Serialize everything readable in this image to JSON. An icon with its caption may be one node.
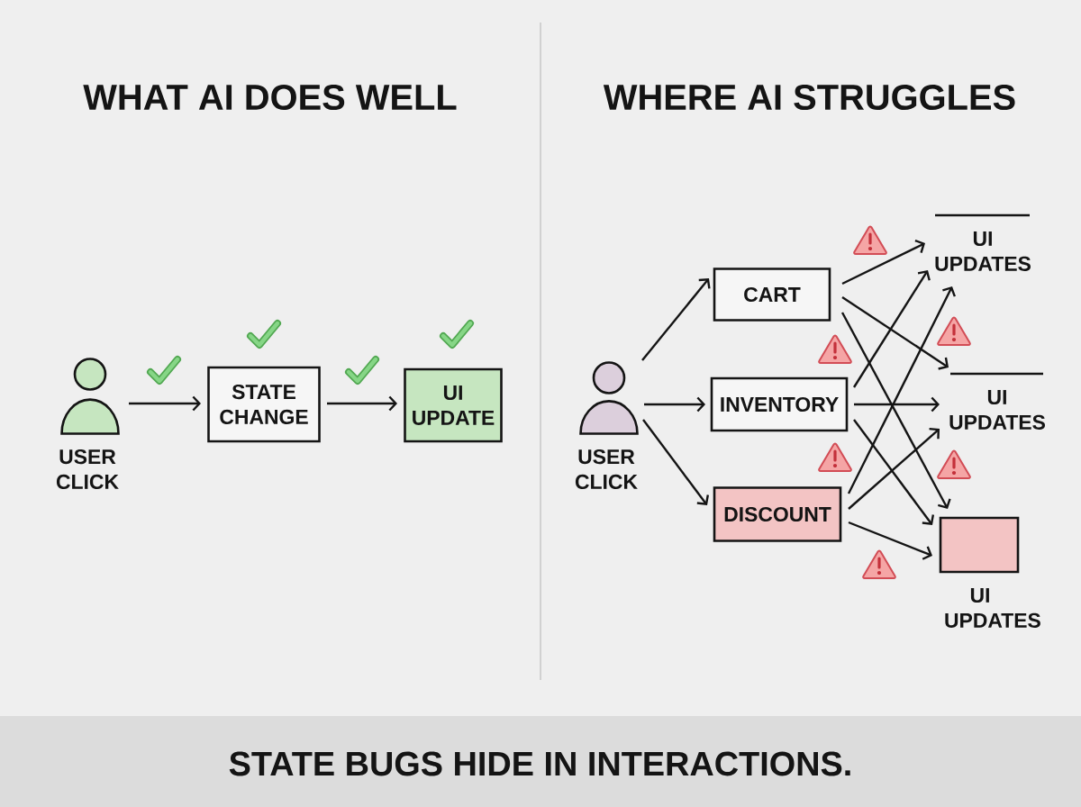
{
  "diagram": {
    "caption": "STATE BUGS HIDE IN INTERACTIONS.",
    "nodes": [
      {
        "text": [],
        "shape": "person",
        "beside": [
          "USER CLICK"
        ]
      },
      {
        "text": [
          "STATE CHANGE"
        ]
      },
      {
        "text": [
          "UI UPDATE"
        ]
      },
      {
        "text": [],
        "shape": "person",
        "beside": [
          "USER CLICK"
        ]
      },
      {
        "text": [
          "CART"
        ]
      },
      {
        "text": [
          "INVENTORY"
        ]
      },
      {
        "text": [
          "DISCOUNT"
        ]
      },
      {
        "text": [
          "UI UPDATES"
        ]
      },
      {
        "text": [
          "UI UPDATES"
        ]
      },
      {
        "text": [],
        "shape": "box",
        "beside": [
          "UI UPDATES"
        ]
      }
    ],
    "edges": [
      {
        "from": 0,
        "to": 1,
        "arrow": "to"
      },
      {
        "from": 1,
        "to": 2,
        "arrow": "to"
      },
      {
        "from": 3,
        "to": 4,
        "arrow": "to"
      },
      {
        "from": 3,
        "to": 5,
        "arrow": "to"
      },
      {
        "from": 3,
        "to": 6,
        "arrow": "to"
      },
      {
        "from": 4,
        "to": 7,
        "arrow": "to"
      },
      {
        "from": 4,
        "to": 8,
        "arrow": "to"
      },
      {
        "from": 4,
        "to": 9,
        "arrow": "to"
      },
      {
        "from": 5,
        "to": 7,
        "arrow": "to"
      },
      {
        "from": 5,
        "to": 8,
        "arrow": "to"
      },
      {
        "from": 5,
        "to": 9,
        "arrow": "to"
      },
      {
        "from": 6,
        "to": 7,
        "arrow": "to"
      },
      {
        "from": 6,
        "to": 8,
        "arrow": "to"
      },
      {
        "from": 6,
        "to": 9,
        "arrow": "to"
      }
    ],
    "labels": [
      "WHAT AI DOES WELL",
      "WHERE AI STRUGGLES"
    ]
  }
}
